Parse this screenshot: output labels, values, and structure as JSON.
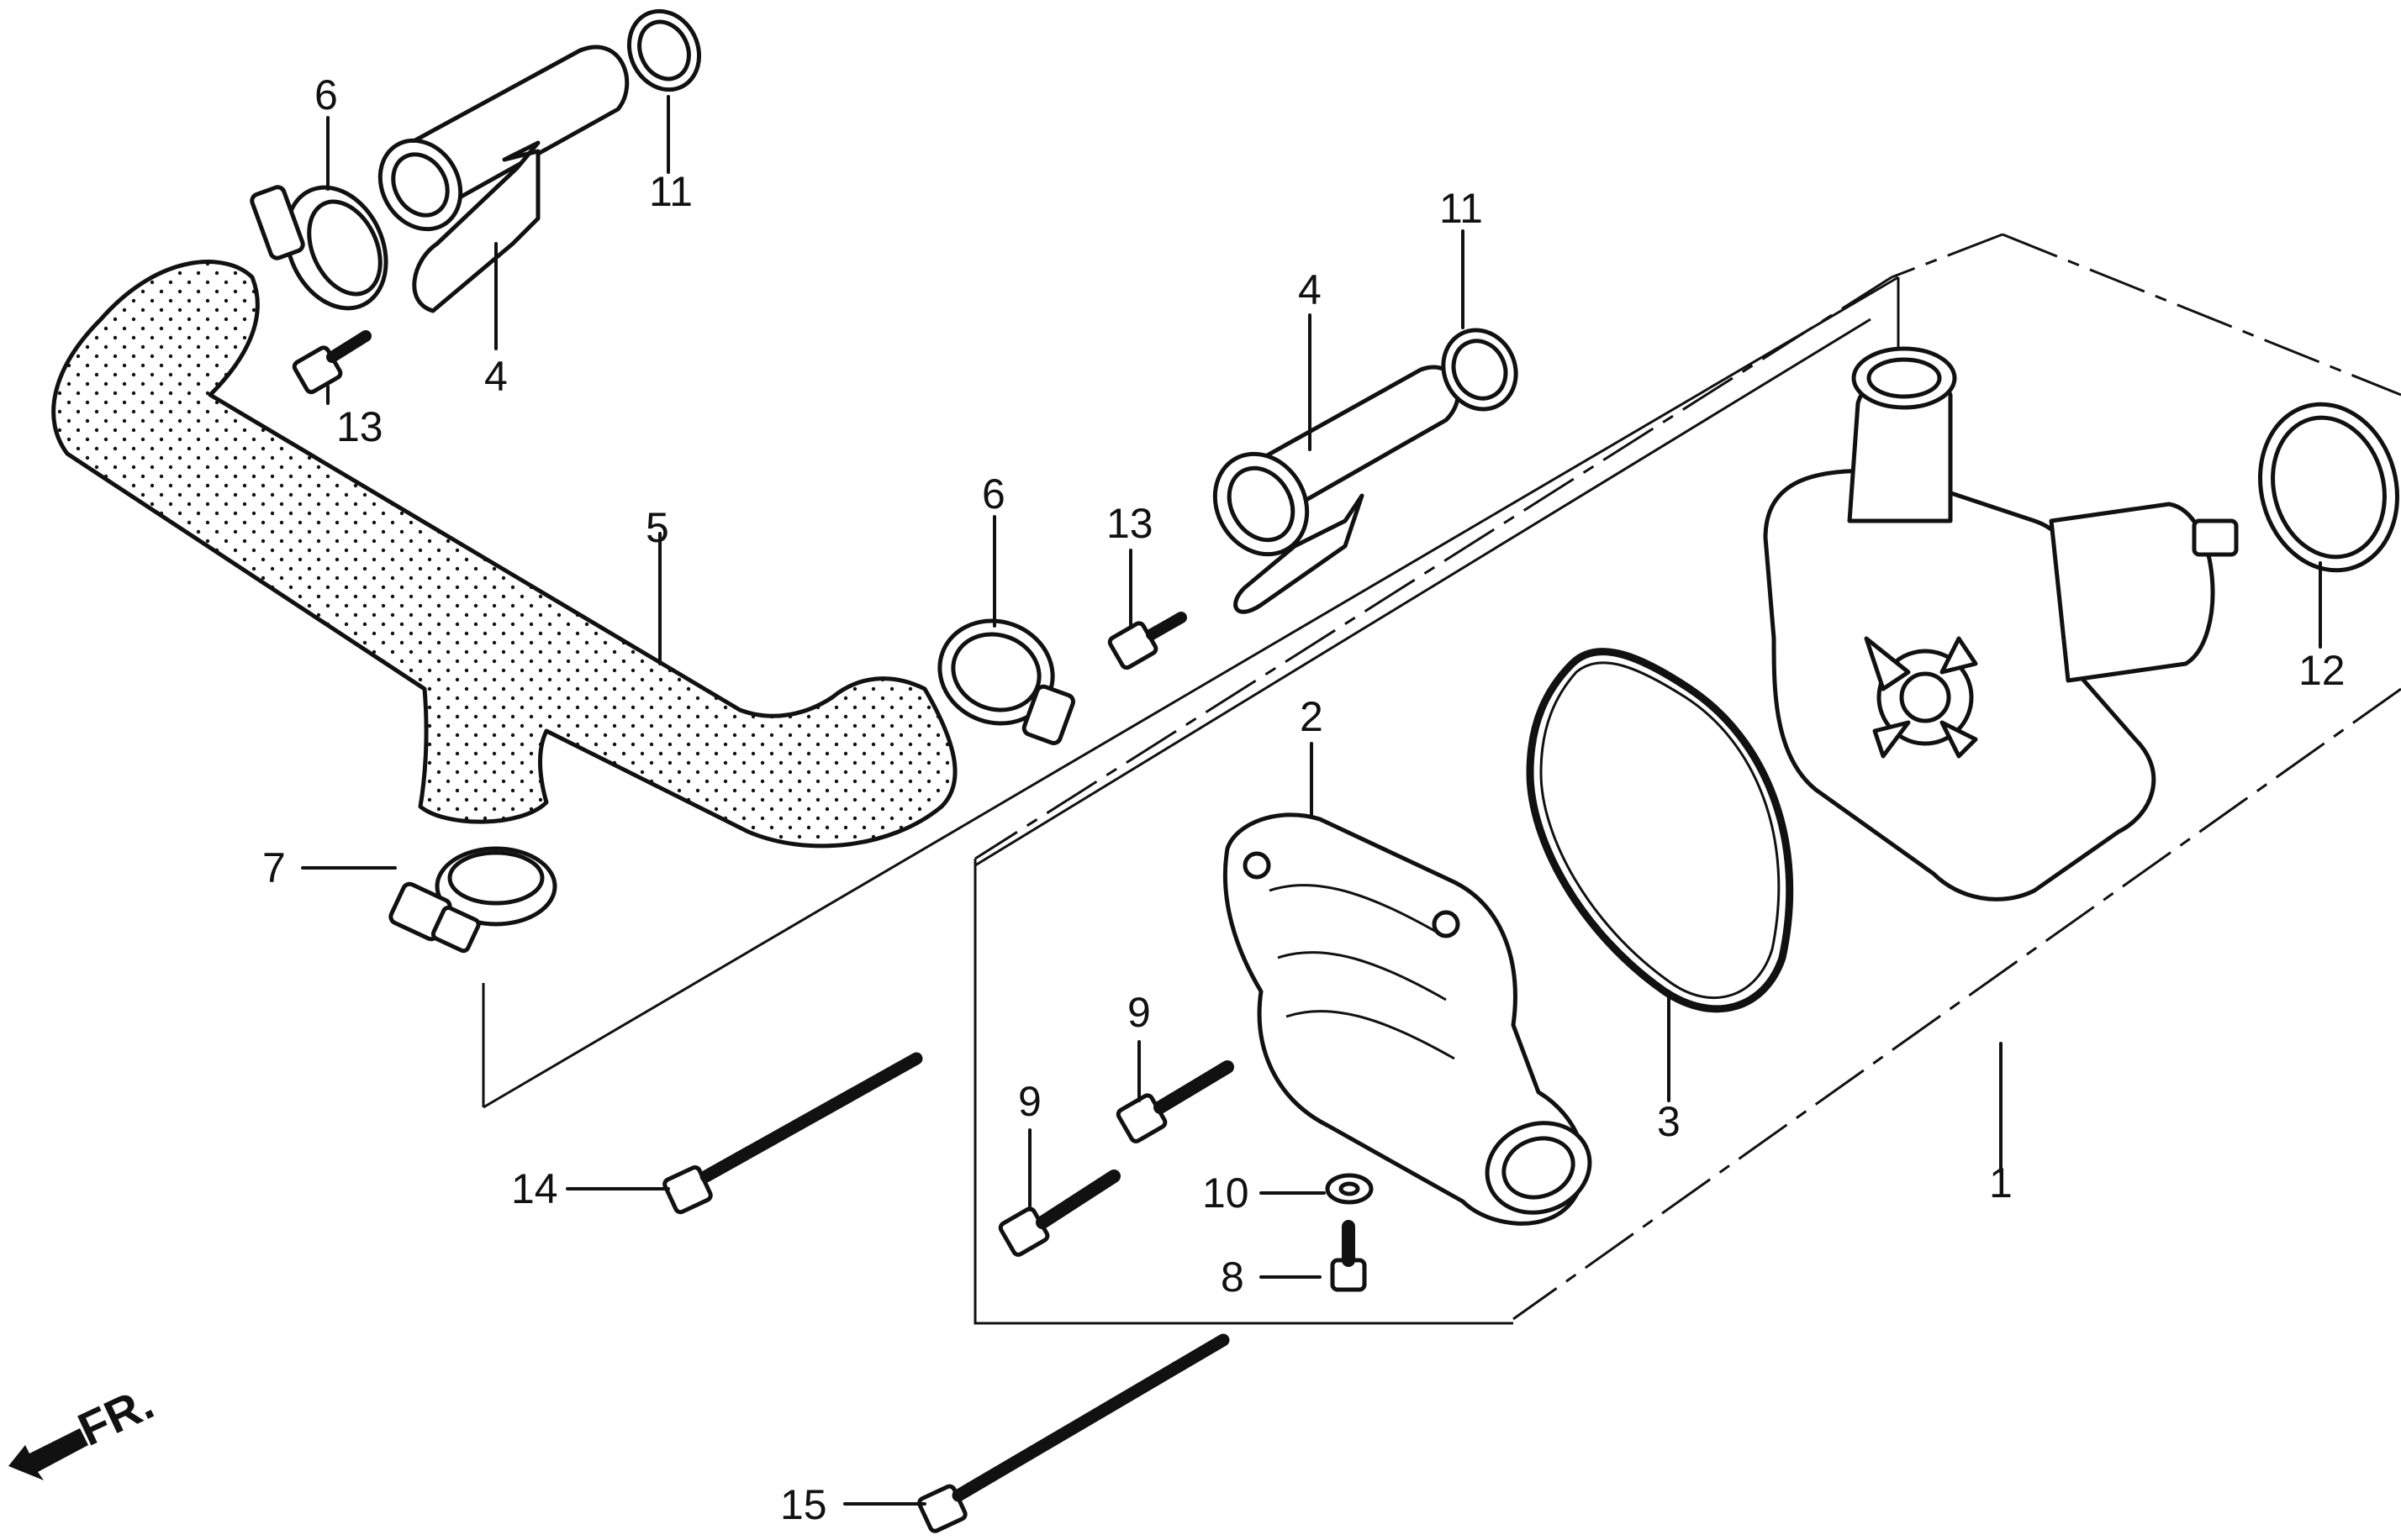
{
  "diagram": {
    "direction_label": "FR.",
    "callouts": [
      {
        "id": "c1",
        "text": "1"
      },
      {
        "id": "c2",
        "text": "2"
      },
      {
        "id": "c3",
        "text": "3"
      },
      {
        "id": "c4a",
        "text": "4"
      },
      {
        "id": "c4b",
        "text": "4"
      },
      {
        "id": "c5",
        "text": "5"
      },
      {
        "id": "c6a",
        "text": "6"
      },
      {
        "id": "c6b",
        "text": "6"
      },
      {
        "id": "c7",
        "text": "7"
      },
      {
        "id": "c8",
        "text": "8"
      },
      {
        "id": "c9a",
        "text": "9"
      },
      {
        "id": "c9b",
        "text": "9"
      },
      {
        "id": "c10",
        "text": "10"
      },
      {
        "id": "c11a",
        "text": "11"
      },
      {
        "id": "c11b",
        "text": "11"
      },
      {
        "id": "c12",
        "text": "12"
      },
      {
        "id": "c13a",
        "text": "13"
      },
      {
        "id": "c13b",
        "text": "13"
      },
      {
        "id": "c14",
        "text": "14"
      },
      {
        "id": "c15",
        "text": "15"
      }
    ]
  }
}
